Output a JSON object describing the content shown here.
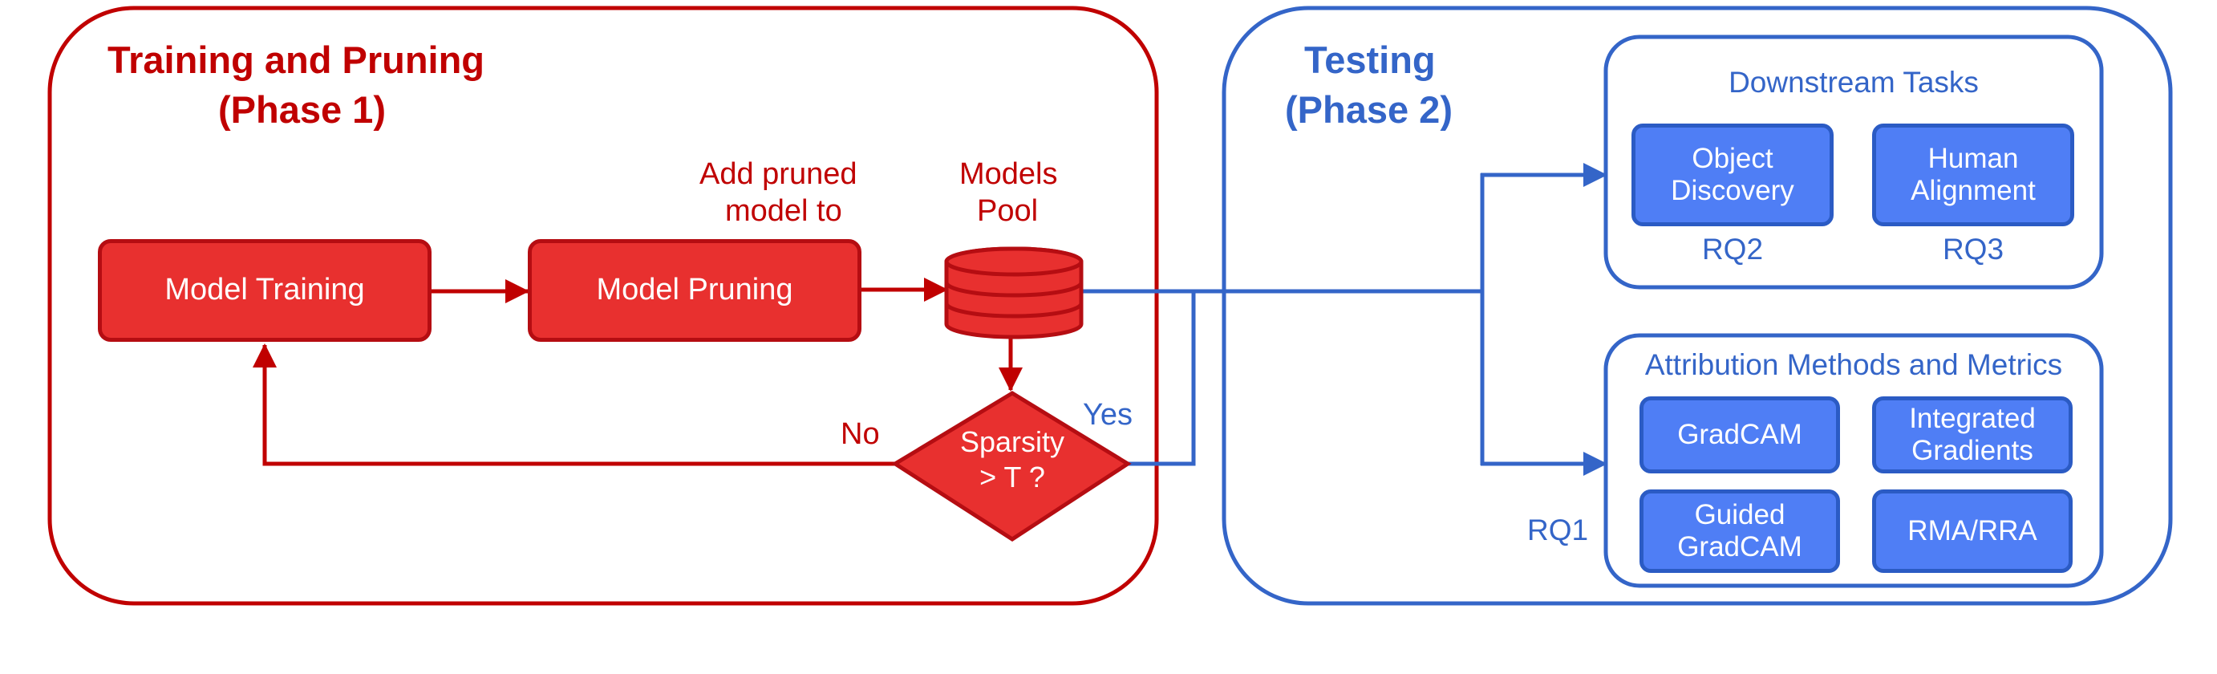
{
  "phase1": {
    "title_line1": "Training and Pruning",
    "title_line2": "(Phase 1)",
    "model_training": "Model Training",
    "model_pruning": "Model Pruning",
    "add_pruned_line1": "Add pruned",
    "add_pruned_line2": "model to",
    "models_pool_line1": "Models",
    "models_pool_line2": "Pool",
    "sparsity_line1": "Sparsity",
    "sparsity_line2": "> T ?",
    "no_label": "No",
    "yes_label": "Yes"
  },
  "phase2": {
    "title_line1": "Testing",
    "title_line2": "(Phase 2)",
    "downstream": {
      "title": "Downstream Tasks",
      "object_discovery": "Object\nDiscovery",
      "human_alignment": "Human\nAlignment",
      "rq2": "RQ2",
      "rq3": "RQ3"
    },
    "attribution": {
      "title": "Attribution Methods and Metrics",
      "gradcam": "GradCAM",
      "integrated_gradients": "Integrated\nGradients",
      "guided_gradcam": "Guided\nGradCAM",
      "rma_rra": "RMA/RRA",
      "rq1": "RQ1"
    }
  },
  "colors": {
    "red_text": "#c00000",
    "red_fill": "#e8302f",
    "red_stroke": "#b50d12",
    "blue_text": "#3465c8",
    "blue_fill": "#4f7ef5",
    "blue_stroke": "#2b5bc4"
  }
}
